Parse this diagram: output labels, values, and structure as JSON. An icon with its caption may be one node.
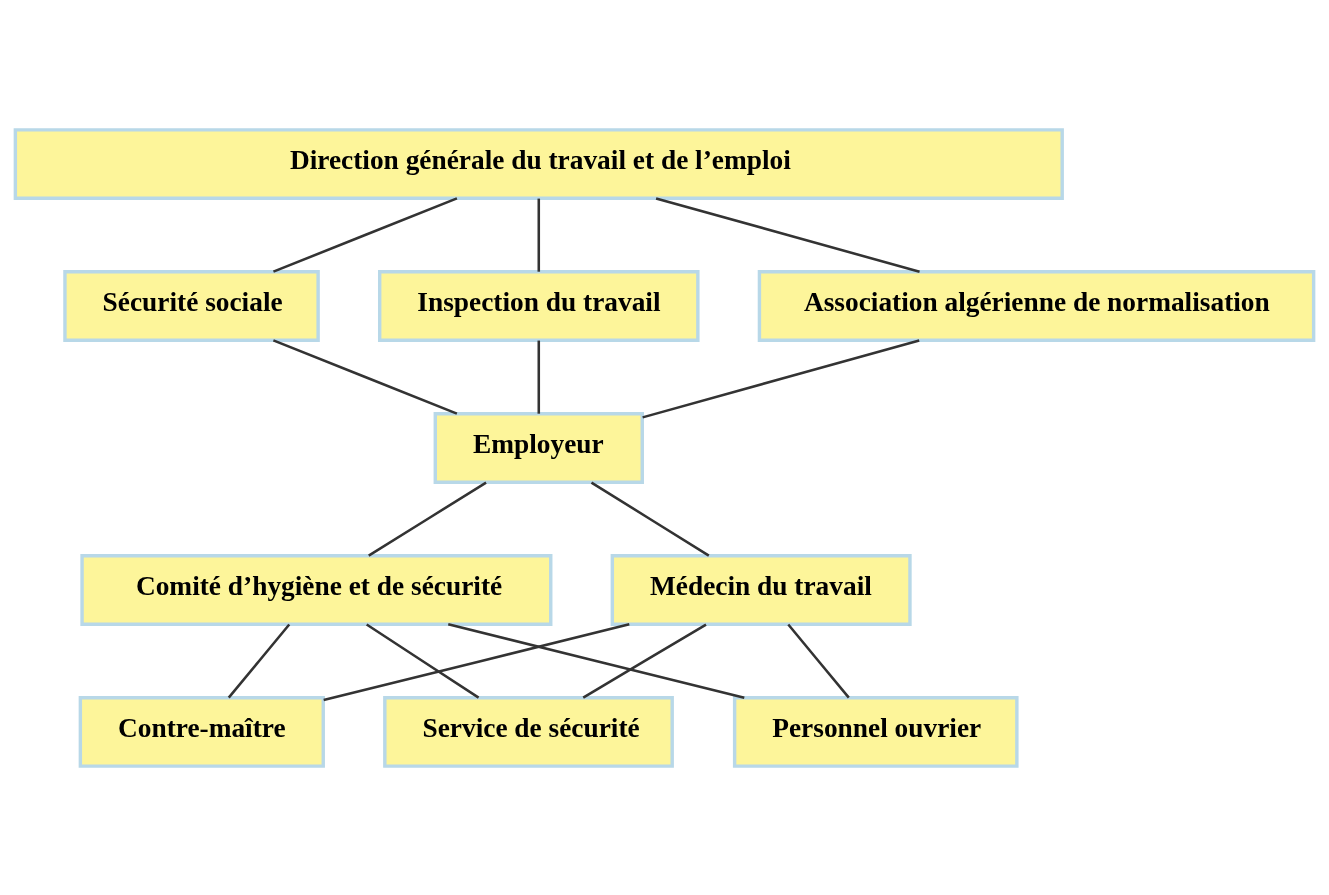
{
  "diagram": {
    "nodes": [
      {
        "text": [
          "Direction générale du travail et de l’emploi"
        ]
      },
      {
        "text": [
          "Sécurité sociale"
        ]
      },
      {
        "text": [
          "Inspection du travail"
        ]
      },
      {
        "text": [
          "Association algérienne de normalisation"
        ]
      },
      {
        "text": [
          "Employeur"
        ]
      },
      {
        "text": [
          "Comité d’hygiène et de sécurité"
        ]
      },
      {
        "text": [
          "Médecin du travail"
        ]
      },
      {
        "text": [
          "Contre-maître"
        ]
      },
      {
        "text": [
          "Service de sécurité"
        ]
      },
      {
        "text": [
          "Personnel ouvrier"
        ]
      }
    ],
    "edges": [
      {
        "from": 0,
        "to": 2,
        "arrow": "none"
      },
      {
        "from": 0,
        "to": 1,
        "arrow": "none"
      },
      {
        "from": 0,
        "to": 3,
        "arrow": "none"
      },
      {
        "from": 1,
        "to": 4,
        "arrow": "none"
      },
      {
        "from": 2,
        "to": 4,
        "arrow": "none"
      },
      {
        "from": 3,
        "to": 4,
        "arrow": "none"
      },
      {
        "from": 4,
        "to": 5,
        "arrow": "none"
      },
      {
        "from": 4,
        "to": 6,
        "arrow": "none"
      },
      {
        "from": 5,
        "to": 7,
        "arrow": "none"
      },
      {
        "from": 5,
        "to": 8,
        "arrow": "none"
      },
      {
        "from": 5,
        "to": 9,
        "arrow": "none"
      },
      {
        "from": 6,
        "to": 7,
        "arrow": "none"
      },
      {
        "from": 6,
        "to": 8,
        "arrow": "none"
      },
      {
        "from": 6,
        "to": 9,
        "arrow": "none"
      }
    ]
  }
}
